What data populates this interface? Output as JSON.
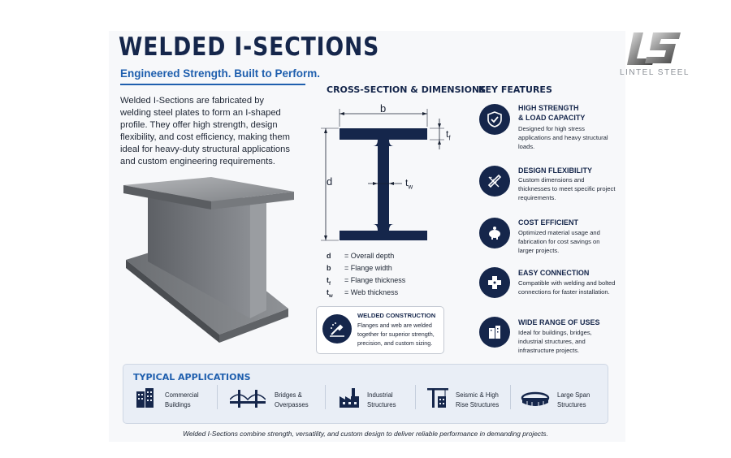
{
  "header": {
    "title": "WELDED I-SECTIONS",
    "subtitle": "Engineered Strength. Built to Perform.",
    "intro": "Welded I-Sections are fabricated by welding steel plates to form an I-shaped profile. They offer high strength, design flexibility, and cost efficiency, making them ideal for heavy-duty structural applications and custom engineering requirements."
  },
  "brand": {
    "name": "LINTEL STEEL"
  },
  "cross_section": {
    "title": "CROSS-SECTION & DIMENSIONS",
    "label_b": "b",
    "label_d": "d",
    "label_tf": "t",
    "label_tf_sub": "f",
    "label_tw": "t",
    "label_tw_sub": "w",
    "legend": [
      {
        "sym": "d",
        "sub": "",
        "desc": "= Overall depth"
      },
      {
        "sym": "b",
        "sub": "",
        "desc": "= Flange width"
      },
      {
        "sym": "t",
        "sub": "f",
        "desc": "= Flange thickness"
      },
      {
        "sym": "t",
        "sub": "w",
        "desc": "= Web thickness"
      }
    ]
  },
  "welded_construction": {
    "title": "WELDED CONSTRUCTION",
    "desc": "Flanges and web are welded together for superior strength, precision, and custom sizing.",
    "icon": "welding-icon"
  },
  "key_features": {
    "title": "KEY FEATURES",
    "items": [
      {
        "title": "HIGH STRENGTH\n& LOAD CAPACITY",
        "desc": "Designed for high stress applications and heavy structural loads.",
        "icon": "shield-check-icon"
      },
      {
        "title": "DESIGN FLEXIBILITY",
        "desc": "Custom dimensions and thicknesses to meet specific project requirements.",
        "icon": "pencil-ruler-icon"
      },
      {
        "title": "COST EFFICIENT",
        "desc": "Optimized material usage and fabrication for cost savings on larger projects.",
        "icon": "piggy-bank-icon"
      },
      {
        "title": "EASY CONNECTION",
        "desc": "Compatible with welding and bolted connections for faster installation.",
        "icon": "connection-icon"
      },
      {
        "title": "WIDE RANGE OF USES",
        "desc": "Ideal for buildings, bridges, industrial structures, and infrastructure projects.",
        "icon": "buildings-icon"
      }
    ]
  },
  "applications": {
    "title": "TYPICAL APPLICATIONS",
    "items": [
      {
        "label": "Commercial\nBuildings",
        "icon": "office-building-icon"
      },
      {
        "label": "Bridges &\nOverpasses",
        "icon": "bridge-icon"
      },
      {
        "label": "Industrial\nStructures",
        "icon": "factory-icon"
      },
      {
        "label": "Seismic & High\nRise Structures",
        "icon": "crane-icon"
      },
      {
        "label": "Large Span\nStructures",
        "icon": "stadium-icon"
      }
    ]
  },
  "footer": "Welded I-Sections combine strength, versatility, and custom design to deliver reliable performance in demanding projects.",
  "colors": {
    "navy": "#15264b",
    "accent_blue": "#1f5fae",
    "panel": "#f7f8fa"
  }
}
